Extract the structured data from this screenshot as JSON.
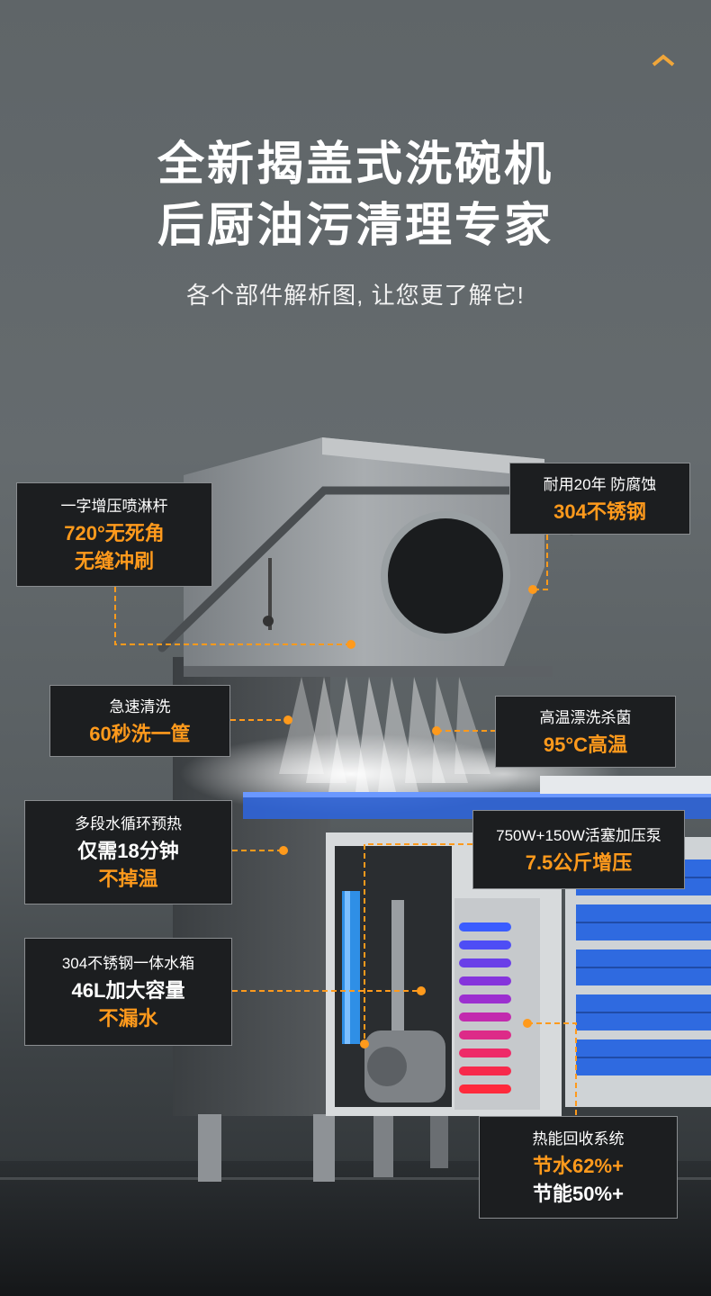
{
  "header": {
    "title_line1": "全新揭盖式洗碗机",
    "title_line2": "后厨油污清理专家",
    "subtitle": "各个部件解析图, 让您更了解它!"
  },
  "colors": {
    "accent": "#ff9a1c",
    "callout_bg": "#1c1e20",
    "background": "#5f6568"
  },
  "icons": {
    "top_right": "chevron-up-icon"
  },
  "callouts": {
    "spray_arm": {
      "line1": "一字增压喷淋杆",
      "line2": "720°无死角",
      "line3": "无缝冲刷"
    },
    "steel": {
      "line1": "耐用20年 防腐蚀",
      "line2": "304不锈钢"
    },
    "speed": {
      "line1": "急速清洗",
      "line2": "60秒洗一筐"
    },
    "rinse": {
      "line1": "高温漂洗杀菌",
      "line2": "95°C高温"
    },
    "preheat": {
      "line1": "多段水循环预热",
      "line2": "仅需18分钟",
      "line3": "不掉温"
    },
    "pump": {
      "line1": "750W+150W活塞加压泵",
      "line2": "7.5公斤增压"
    },
    "tank": {
      "line1": "304不锈钢一体水箱",
      "line2": "46L加大容量",
      "line3": "不漏水"
    },
    "heat": {
      "line1": "热能回收系统",
      "line2": "节水62%+",
      "line3": "节能50%+"
    }
  }
}
